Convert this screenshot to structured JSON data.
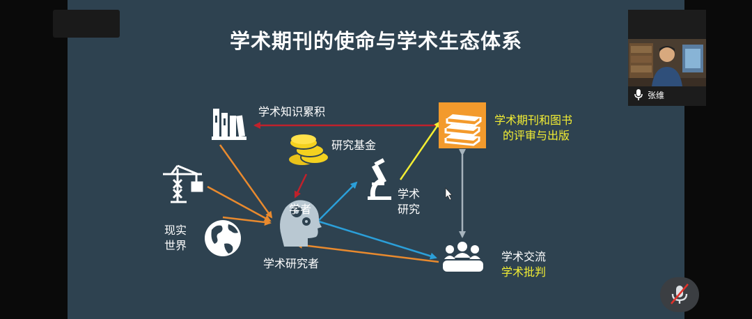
{
  "slide": {
    "title": "学术期刊的使命与学术生态体系",
    "labels": {
      "knowledge": "学术知识累积",
      "funding": "研究基金",
      "journals_line1": "学术期刊和图书",
      "journals_line2": "的评审与出版",
      "research_line1": "学术",
      "research_line2": "研究",
      "real_world_line1": "现实",
      "real_world_line2": "世界",
      "scholar": "学者",
      "researcher": "学术研究者",
      "exchange": "学术交流",
      "critique": "学术批判"
    },
    "colors": {
      "background": "#2e4250",
      "red_arrow": "#c0212b",
      "orange_arrow": "#e98a2e",
      "yellow_arrow": "#f3ee33",
      "blue_arrow": "#2b9fd9",
      "gray_arrow": "#a7b4bd",
      "highlight_text": "#f3ee33",
      "book_box": "#f39a2c"
    },
    "icons": [
      "books-icon",
      "coins-icon",
      "crane-icon",
      "globe-icon",
      "head-gears-icon",
      "microscope-icon",
      "journal-books-icon",
      "audience-icon",
      "cursor-icon"
    ]
  },
  "video": {
    "participant_name": "张维"
  },
  "controls": {
    "mic_state": "muted"
  }
}
